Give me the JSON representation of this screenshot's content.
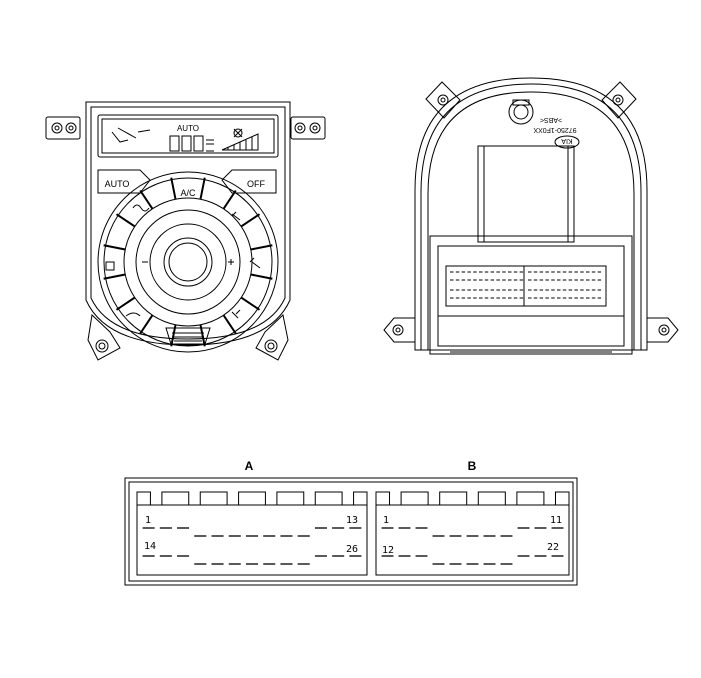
{
  "front_panel": {
    "display_auto": "AUTO",
    "button_auto": "AUTO",
    "button_ac": "A/C",
    "button_off": "OFF"
  },
  "rear_housing": {
    "logo": "KIA",
    "marking_line1": "97250-1F0XX",
    "marking_line2": ">ABS<"
  },
  "connectors": [
    {
      "label": "A",
      "pins_top_first": "1",
      "pins_top_last": "13",
      "pins_bottom_first": "14",
      "pins_bottom_last": "26"
    },
    {
      "label": "B",
      "pins_top_first": "1",
      "pins_top_last": "11",
      "pins_bottom_first": "12",
      "pins_bottom_last": "22"
    }
  ]
}
